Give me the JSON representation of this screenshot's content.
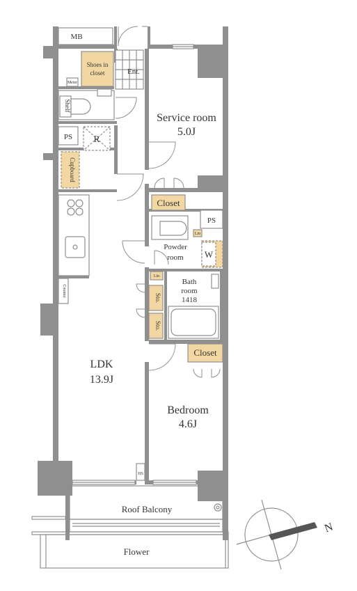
{
  "rooms": {
    "mb": "MB",
    "shoes_closet_l1": "Shoes in",
    "shoes_closet_l2": "closet",
    "entrance": "Ent.",
    "shelf": "Shelf",
    "ps_left": "PS",
    "refrigerator": "R",
    "cupboard": "Cupboard",
    "service_room": "Service room",
    "service_room_size": "5.0J",
    "closet_service": "Closet",
    "ps_right": "PS",
    "powder_room_l1": "Powder",
    "powder_room_l2": "room",
    "washer": "W",
    "lin_upper": "Lin",
    "lin_lower": "Lin",
    "bath_l1": "Bath",
    "bath_l2": "room",
    "bath_l3": "1418",
    "storage_upper": "Sto.",
    "storage_lower": "Sto.",
    "counter": "Counter",
    "ldk": "LDK",
    "ldk_size": "13.9J",
    "closet_bedroom": "Closet",
    "bedroom": "Bedroom",
    "bedroom_size": "4.6J",
    "hs": "HS",
    "roof_balcony": "Roof Balcony",
    "flower": "Flower",
    "meter": "Meter",
    "north": "N"
  },
  "colors": {
    "wall": "#8f8f8f",
    "closet_fill": "#f2d7a3",
    "text": "#333333"
  }
}
